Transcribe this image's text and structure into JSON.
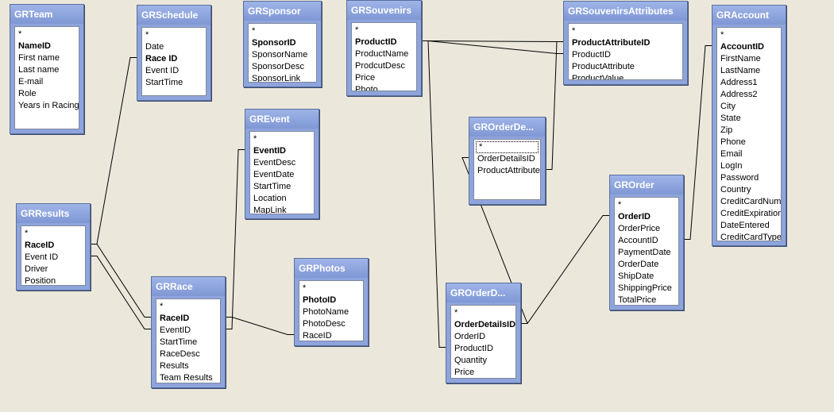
{
  "tables": [
    {
      "id": "GRTeam",
      "title": "GRTeam",
      "fields": [
        {
          "name": "*"
        },
        {
          "name": "NameID",
          "pk": true
        },
        {
          "name": "First name"
        },
        {
          "name": "Last name"
        },
        {
          "name": "E-mail"
        },
        {
          "name": "Role"
        },
        {
          "name": "Years in Racing"
        }
      ]
    },
    {
      "id": "GRSchedule",
      "title": "GRSchedule",
      "fields": [
        {
          "name": "*"
        },
        {
          "name": "Date"
        },
        {
          "name": "Race ID",
          "pk": true
        },
        {
          "name": "Event ID"
        },
        {
          "name": "StartTime"
        }
      ]
    },
    {
      "id": "GRSponsor",
      "title": "GRSponsor",
      "fields": [
        {
          "name": "*"
        },
        {
          "name": "SponsorID",
          "pk": true
        },
        {
          "name": "SponsorName"
        },
        {
          "name": "SponsorDesc"
        },
        {
          "name": "SponsorLink"
        }
      ]
    },
    {
      "id": "GRSouvenirs",
      "title": "GRSouvenirs",
      "fields": [
        {
          "name": "*"
        },
        {
          "name": "ProductID",
          "pk": true
        },
        {
          "name": "ProductName"
        },
        {
          "name": "ProdcutDesc"
        },
        {
          "name": "Price"
        },
        {
          "name": "Photo"
        }
      ]
    },
    {
      "id": "GRSouvenirsAttributes",
      "title": "GRSouvenirsAttributes",
      "fields": [
        {
          "name": "*"
        },
        {
          "name": "ProductAttributeID",
          "pk": true
        },
        {
          "name": "ProductID"
        },
        {
          "name": "ProductAttribute"
        },
        {
          "name": "ProductValue"
        }
      ]
    },
    {
      "id": "GRAccount",
      "title": "GRAccount",
      "fields": [
        {
          "name": "*"
        },
        {
          "name": "AccountID",
          "pk": true
        },
        {
          "name": "FirstName"
        },
        {
          "name": "LastName"
        },
        {
          "name": "Address1"
        },
        {
          "name": "Address2"
        },
        {
          "name": "City"
        },
        {
          "name": "State"
        },
        {
          "name": "Zip"
        },
        {
          "name": "Phone"
        },
        {
          "name": "Email"
        },
        {
          "name": "LogIn"
        },
        {
          "name": "Password"
        },
        {
          "name": "Country"
        },
        {
          "name": "CreditCardNumbe"
        },
        {
          "name": "CreditExpirationD"
        },
        {
          "name": "DateEntered"
        },
        {
          "name": "CreditCardType"
        }
      ]
    },
    {
      "id": "GREvent",
      "title": "GREvent",
      "fields": [
        {
          "name": "*"
        },
        {
          "name": "EventID",
          "pk": true
        },
        {
          "name": "EventDesc"
        },
        {
          "name": "EventDate"
        },
        {
          "name": "StartTime"
        },
        {
          "name": "Location"
        },
        {
          "name": "MapLink"
        }
      ]
    },
    {
      "id": "GROrderDetailsAttr",
      "title": "GROrderDe...",
      "fields": [
        {
          "name": "*",
          "sel": true
        },
        {
          "name": "OrderDetailsID"
        },
        {
          "name": "ProductAttributes"
        }
      ]
    },
    {
      "id": "GROrder",
      "title": "GROrder",
      "fields": [
        {
          "name": "*"
        },
        {
          "name": "OrderID",
          "pk": true
        },
        {
          "name": "OrderPrice"
        },
        {
          "name": "AccountID"
        },
        {
          "name": "PaymentDate"
        },
        {
          "name": "OrderDate"
        },
        {
          "name": "ShipDate"
        },
        {
          "name": "ShippingPrice"
        },
        {
          "name": "TotalPrice"
        }
      ]
    },
    {
      "id": "GRResults",
      "title": "GRResults",
      "fields": [
        {
          "name": "*"
        },
        {
          "name": "RaceID",
          "pk": true
        },
        {
          "name": "Event ID"
        },
        {
          "name": "Driver"
        },
        {
          "name": "Position"
        }
      ]
    },
    {
      "id": "GRPhotos",
      "title": "GRPhotos",
      "fields": [
        {
          "name": "*"
        },
        {
          "name": "PhotoID",
          "pk": true
        },
        {
          "name": "PhotoName"
        },
        {
          "name": "PhotoDesc"
        },
        {
          "name": "RaceID"
        }
      ]
    },
    {
      "id": "GRRace",
      "title": "GRRace",
      "fields": [
        {
          "name": "*"
        },
        {
          "name": "RaceID",
          "pk": true
        },
        {
          "name": "EventID"
        },
        {
          "name": "StartTime"
        },
        {
          "name": "RaceDesc"
        },
        {
          "name": "Results"
        },
        {
          "name": "Team Results"
        }
      ]
    },
    {
      "id": "GROrderDetails",
      "title": "GROrderD...",
      "fields": [
        {
          "name": "*"
        },
        {
          "name": "OrderDetailsID",
          "pk": true
        },
        {
          "name": "OrderID"
        },
        {
          "name": "ProductID"
        },
        {
          "name": "Quantity"
        },
        {
          "name": "Price"
        }
      ]
    }
  ],
  "relationships": [
    {
      "from": "GRResults.RaceID",
      "to": "GRSchedule.Race ID"
    },
    {
      "from": "GRResults.RaceID",
      "to": "GRRace.RaceID"
    },
    {
      "from": "GRResults.Event ID",
      "to": "GRRace.EventID"
    },
    {
      "from": "GRRace.EventID",
      "to": "GREvent.EventID"
    },
    {
      "from": "GRRace.RaceID",
      "to": "GRPhotos.RaceID"
    },
    {
      "from": "GRSouvenirs.ProductID",
      "to": "GRSouvenirsAttributes.ProductAttributeID"
    },
    {
      "from": "GRSouvenirs.ProductID",
      "to": "GRSouvenirsAttributes.ProductID"
    },
    {
      "from": "GRSouvenirs.ProductID",
      "to": "GROrderDetails.ProductID"
    },
    {
      "from": "GROrderDetailsAttr.ProductAttributes",
      "to": "GRSouvenirsAttributes.ProductAttributeID"
    },
    {
      "from": "GROrderDetailsAttr.OrderDetailsID",
      "to": "GROrderDetails.OrderDetailsID"
    },
    {
      "from": "GROrderDetails.OrderDetailsID",
      "to": "GROrder.OrderID"
    },
    {
      "from": "GROrder.AccountID",
      "to": "GRAccount.AccountID"
    }
  ]
}
